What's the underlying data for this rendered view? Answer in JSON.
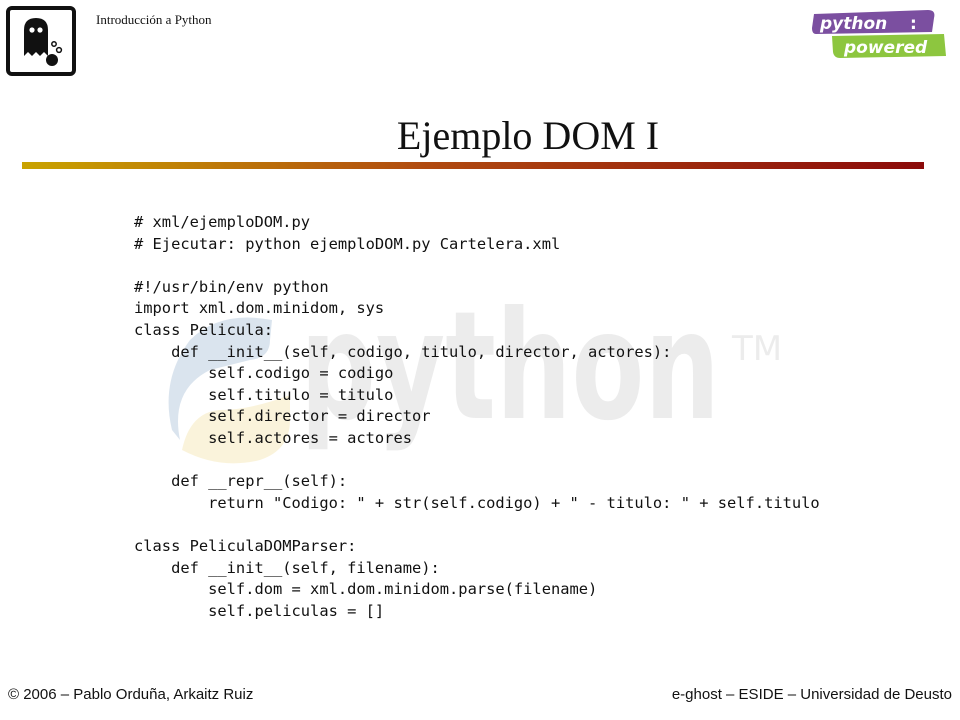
{
  "header": {
    "course_title": "Introducción a Python",
    "badge_word_1": "python",
    "badge_colon": ":",
    "badge_word_2": "powered"
  },
  "watermark": {
    "text": "python",
    "tm": "TM"
  },
  "slide": {
    "title": "Ejemplo DOM I"
  },
  "code": {
    "lines": [
      "# xml/ejemploDOM.py",
      "# Ejecutar: python ejemploDOM.py Cartelera.xml",
      "",
      "#!/usr/bin/env python",
      "import xml.dom.minidom, sys",
      "class Pelicula:",
      "    def __init__(self, codigo, titulo, director, actores):",
      "        self.codigo = codigo",
      "        self.titulo = titulo",
      "        self.director = director",
      "        self.actores = actores",
      "",
      "    def __repr__(self):",
      "        return \"Codigo: \" + str(self.codigo) + \" - titulo: \" + self.titulo",
      "",
      "class PeliculaDOMParser:",
      "    def __init__(self, filename):",
      "        self.dom = xml.dom.minidom.parse(filename)",
      "        self.peliculas = []"
    ]
  },
  "footer": {
    "left": "© 2006 – Pablo Orduña, Arkaitz Ruiz",
    "right": "e-ghost – ESIDE – Universidad de Deusto"
  },
  "colors": {
    "title_rule_left": "#c9a300",
    "title_rule_right": "#8b0a0a",
    "badge_purple": "#7b4fa0",
    "badge_green": "#8dc63f",
    "watermark_blue": "#3a6ea5",
    "watermark_gray": "#9a9a9a"
  }
}
